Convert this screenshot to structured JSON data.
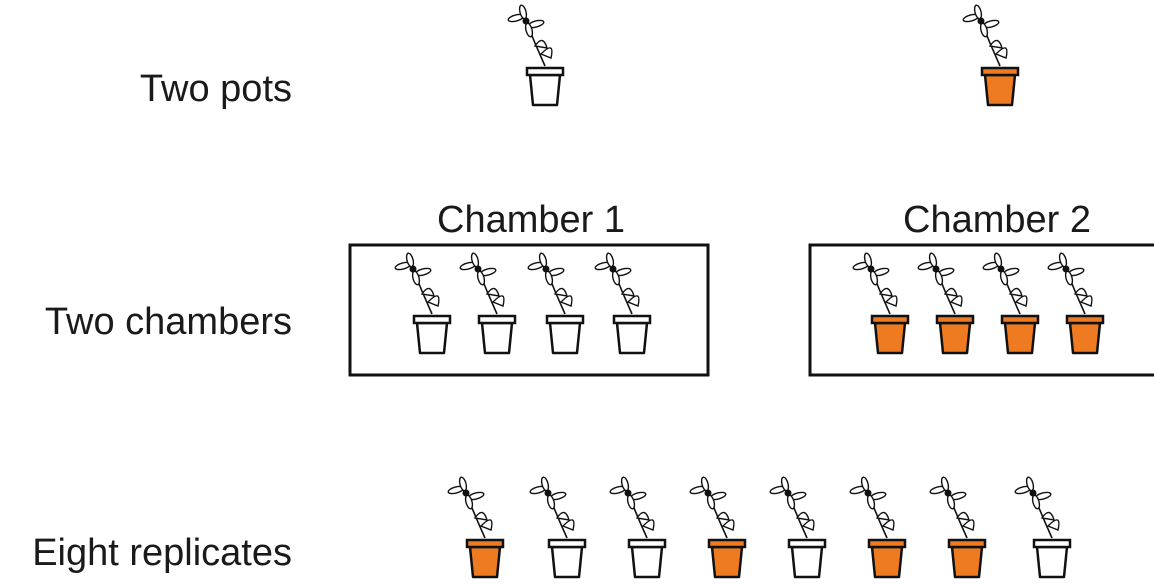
{
  "colors": {
    "treated": "#ee7a22",
    "control": "#ffffff",
    "stroke": "#111111",
    "text": "#1a1a1a"
  },
  "rows": {
    "two_pots": {
      "label": "Two pots",
      "pots": [
        "control",
        "treated"
      ]
    },
    "two_chambers": {
      "label": "Two chambers",
      "chambers": [
        {
          "title": "Chamber 1",
          "pots": [
            "control",
            "control",
            "control",
            "control"
          ]
        },
        {
          "title": "Chamber 2",
          "pots": [
            "treated",
            "treated",
            "treated",
            "treated"
          ]
        }
      ]
    },
    "eight_replicates": {
      "label": "Eight replicates",
      "pots": [
        "treated",
        "control",
        "control",
        "treated",
        "control",
        "treated",
        "treated",
        "control"
      ]
    }
  }
}
